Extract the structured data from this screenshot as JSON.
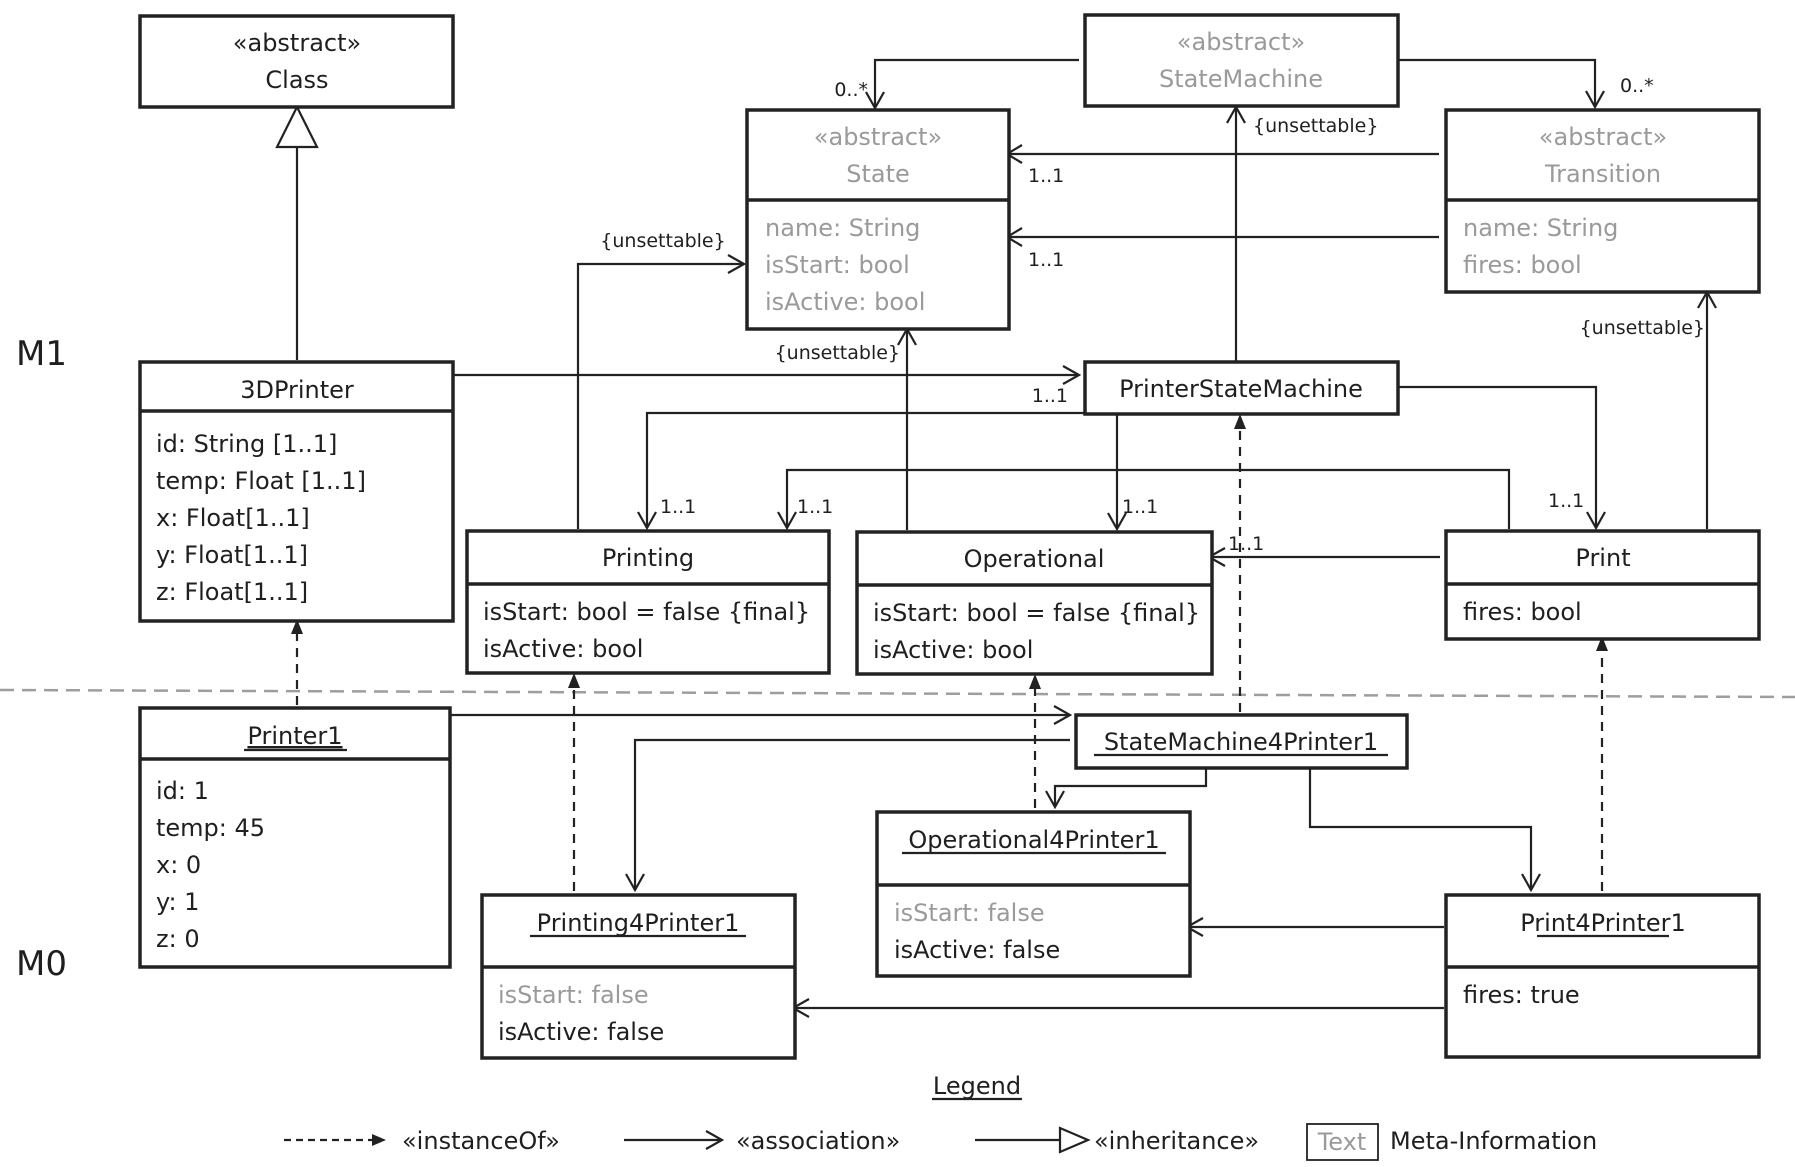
{
  "levels": {
    "m1": "M1",
    "m0": "M0"
  },
  "colors": {
    "meta": "#9a9a9a",
    "line": "#222222",
    "separator": "#9e9e9e"
  },
  "m1": {
    "class": {
      "stereotype": "«abstract»",
      "name": "Class",
      "meta": false
    },
    "state_machine": {
      "stereotype": "«abstract»",
      "name": "StateMachine",
      "meta": true
    },
    "state": {
      "stereotype": "«abstract»",
      "name": "State",
      "meta": true,
      "attributes": [
        "name: String",
        "isStart: bool",
        "isActive: bool"
      ]
    },
    "transition": {
      "stereotype": "«abstract»",
      "name": "Transition",
      "meta": true,
      "attributes": [
        "name: String",
        "fires: bool"
      ]
    },
    "printer3d": {
      "name": "3DPrinter",
      "attributes": [
        "id: String [1..1]",
        "temp: Float [1..1]",
        "x: Float[1..1]",
        "y: Float[1..1]",
        "z: Float[1..1]"
      ]
    },
    "printer_state_machine": {
      "name": "PrinterStateMachine"
    },
    "printing": {
      "name": "Printing",
      "attributes": [
        "isStart: bool = false {final}",
        "isActive: bool"
      ]
    },
    "operational": {
      "name": "Operational",
      "attributes": [
        "isStart: bool = false {final}",
        "isActive: bool"
      ]
    },
    "print": {
      "name": "Print",
      "attributes": [
        "fires: bool"
      ]
    }
  },
  "m0": {
    "printer1": {
      "name": "Printer1",
      "attributes": [
        "id: 1",
        "temp: 45",
        "x: 0",
        "y: 1",
        "z: 0"
      ]
    },
    "sm4printer1": {
      "name": "StateMachine4Printer1"
    },
    "operational4printer1": {
      "name": "Operational4Printer1",
      "attributes": [
        {
          "text": "isStart: false",
          "meta": true
        },
        {
          "text": "isActive: false",
          "meta": false
        }
      ]
    },
    "printing4printer1": {
      "name": "Printing4Printer1",
      "attributes": [
        {
          "text": "isStart: false",
          "meta": true
        },
        {
          "text": "isActive: false",
          "meta": false
        }
      ]
    },
    "print4printer1": {
      "name": "Print4Printer1",
      "attributes": [
        {
          "text": "fires: true",
          "meta": false
        }
      ]
    }
  },
  "edge_labels": {
    "sm_state_mult": "0..*",
    "sm_transition_mult": "0..*",
    "transition_state_1": "1..1",
    "transition_state_2": "1..1",
    "psm_sm_constraint": "{unsettable}",
    "printing_state_constraint": "{unsettable}",
    "operational_state_constraint": "{unsettable}",
    "print_transition_constraint": "{unsettable}",
    "printer_psm_mult": "1..1",
    "psm_printing_mult": "1..1",
    "print_printing_mult": "1..1",
    "psm_operational_mult": "1..1",
    "psm_print_mult": "1..1",
    "print_operational_mult": "1..1"
  },
  "legend": {
    "title": "Legend",
    "instance_of": "«instanceOf»",
    "association": "«association»",
    "inheritance": "«inheritance»",
    "meta_sample": "Text",
    "meta_label": "Meta-Information"
  }
}
